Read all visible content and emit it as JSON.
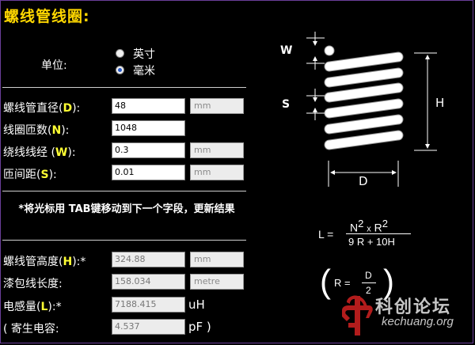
{
  "title": "螺线管线圈:",
  "unit_row": {
    "label": "单位:",
    "options": [
      "英寸",
      "毫米"
    ],
    "selected": "毫米"
  },
  "inputs": [
    {
      "label_pre": "螺线管直径(",
      "label_key": "D",
      "label_post": "):",
      "value": "48",
      "unit": "mm"
    },
    {
      "label_pre": "线圈匝数(",
      "label_key": "N",
      "label_post": "):",
      "value": "1048",
      "unit": ""
    },
    {
      "label_pre": "绕线线经 (",
      "label_key": "W",
      "label_post": "):",
      "value": "0.3",
      "unit": "mm"
    },
    {
      "label_pre": "匝间距(",
      "label_key": "S",
      "label_post": "):",
      "value": "0.01",
      "unit": "mm"
    }
  ],
  "note": "*将光标用 TAB键移动到下一个字段，更新结果",
  "outputs": {
    "height": {
      "label_pre": "螺线管高度(",
      "label_key": "H",
      "label_post": "):*",
      "value": "324.88",
      "unit": "mm"
    },
    "wire_length": {
      "label": "漆包线长度:",
      "value": "158.034",
      "unit": "metre"
    },
    "inductance": {
      "label_pre": "电感量(",
      "label_key": "L",
      "label_post": "):*",
      "value": "7188.415",
      "unit": "uH"
    },
    "capacitance": {
      "label": "( 寄生电容:",
      "value": "4.537",
      "unit": "pF )"
    }
  },
  "diagram": {
    "label_w": "W",
    "label_s": "S",
    "label_h": "H",
    "label_d": "D",
    "formula": {
      "lhs": "L =",
      "num_n": "N",
      "num_exp1": "2",
      "num_x": "x",
      "num_r": "R",
      "num_exp2": "2",
      "den": "9 R + 10H",
      "r_def_lhs": "R =",
      "r_num": "D",
      "r_den": "2"
    }
  },
  "watermark": {
    "brand": "科创论坛",
    "url": "kechuang.org"
  },
  "colors": {
    "background": "#000000",
    "title": "#ffd700",
    "highlight": "#ffff33",
    "frame": "#6a3e9a"
  }
}
